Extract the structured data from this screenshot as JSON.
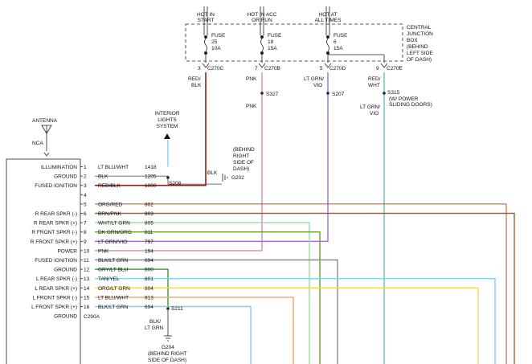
{
  "headers": {
    "h1": [
      "HOT IN",
      "START"
    ],
    "h2": [
      "HOT IN ACC",
      "OR RUN"
    ],
    "h3": [
      "HOT AT",
      "ALL TIMES"
    ]
  },
  "fuses": [
    {
      "label": "FUSE",
      "num": "25",
      "amp": "10A"
    },
    {
      "label": "FUSE",
      "num": "18",
      "amp": "15A"
    },
    {
      "label": "FUSE",
      "num": "6",
      "amp": "15A"
    }
  ],
  "cjb": [
    "CENTRAL",
    "JUNCTION",
    "BOX",
    "(BEHIND",
    "LEFT SIDE",
    "OF DASH)"
  ],
  "pins_top": [
    {
      "pin": "3",
      "conn": "C270C"
    },
    {
      "pin": "7",
      "conn": "C270B"
    },
    {
      "pin": "5",
      "conn": "C270D"
    },
    {
      "pin": "9",
      "conn": "C270E"
    }
  ],
  "top_wires": {
    "w1": [
      "RED/",
      "BLK"
    ],
    "w2a": "PNK",
    "w2b": "PNK",
    "w3": [
      "LT GRN/",
      "VIO"
    ],
    "w4": [
      "RED/",
      "WHT"
    ],
    "w4b": [
      "LT GRN/",
      "VIO"
    ]
  },
  "splices": {
    "s327": "S327",
    "s207": "S207",
    "s315": "S315",
    "s208": "S208",
    "s211": "S211"
  },
  "power_sliding": [
    "(W/ POWER",
    "SLIDING DOORS)"
  ],
  "interior": [
    "INTERIOR",
    "LIGHTS",
    "SYSTEM"
  ],
  "antenna": {
    "label": "ANTENNA",
    "nca": "NCA"
  },
  "ground_g202": {
    "note": [
      "(BEHIND",
      "RIGHT",
      "SIDE OF",
      "DASH)"
    ],
    "blk": "BLK",
    "id": "G202"
  },
  "radio": {
    "connector": "C290A",
    "rows": [
      {
        "func": "ILLUMINATION",
        "pin": "1",
        "wire": "LT BLU/WHT",
        "circuit": "1418"
      },
      {
        "func": "GROUND",
        "pin": "2",
        "wire": "BLK",
        "circuit": "1205"
      },
      {
        "func": "FUSED IGNITION",
        "pin": "3",
        "wire": "RED/BLK",
        "circuit": "1000"
      },
      {
        "func": "",
        "pin": "4",
        "wire": "",
        "circuit": ""
      },
      {
        "func": "",
        "pin": "5",
        "wire": "ORG/RED",
        "circuit": "802"
      },
      {
        "func": "R REAR SPKR (-)",
        "pin": "6",
        "wire": "BRN/PNK",
        "circuit": "803"
      },
      {
        "func": "R REAR SPKR (+)",
        "pin": "7",
        "wire": "WHT/LT GRN",
        "circuit": "805"
      },
      {
        "func": "R FRONT SPKR (-)",
        "pin": "8",
        "wire": "DK GRN/ORG",
        "circuit": "811"
      },
      {
        "func": "R FRONT SPKR (+)",
        "pin": "9",
        "wire": "LT GRN/VIO",
        "circuit": "797"
      },
      {
        "func": "POWER",
        "pin": "10",
        "wire": "PNK",
        "circuit": "194"
      },
      {
        "func": "FUSED IGNITION",
        "pin": "11",
        "wire": "BLK/LT GRN",
        "circuit": "694"
      },
      {
        "func": "GROUND",
        "pin": "12",
        "wire": "GRY/LT BLU",
        "circuit": "800"
      },
      {
        "func": "L REAR SPKR (-)",
        "pin": "13",
        "wire": "TAN/YEL",
        "circuit": "801"
      },
      {
        "func": "L REAR SPKR (+)",
        "pin": "14",
        "wire": "ORG/LT GRN",
        "circuit": "804"
      },
      {
        "func": "L FRONT SPKR (-)",
        "pin": "15",
        "wire": "LT BLU/WHT",
        "circuit": "813"
      },
      {
        "func": "L FRONT SPKR (+)",
        "pin": "16",
        "wire": "BLK/LT GRN",
        "circuit": "694"
      },
      {
        "func": "GROUND",
        "pin": "",
        "wire": "",
        "circuit": ""
      }
    ]
  },
  "bottom_ground": {
    "wire": [
      "BLK/",
      "LT GRN"
    ],
    "id": "G204",
    "note": [
      "(BEHIND RIGHT",
      "SIDE OF DASH)"
    ]
  },
  "colors": {
    "red_blk": "#8b1d1d",
    "pnk": "#c78fb7",
    "lt_grn_vio": "#a36bd1",
    "lt_grn_vio2": "#66bfb3",
    "brown": "#b55a2b",
    "gray_wire": "#8a8a8a",
    "lt_blu": "#7fd3e6",
    "lt_grn": "#99d9a6",
    "yellow": "#f2d85c",
    "orange": "#f0a56a",
    "dk_grn": "#6f9b2a",
    "green": "#2f9b3b"
  }
}
